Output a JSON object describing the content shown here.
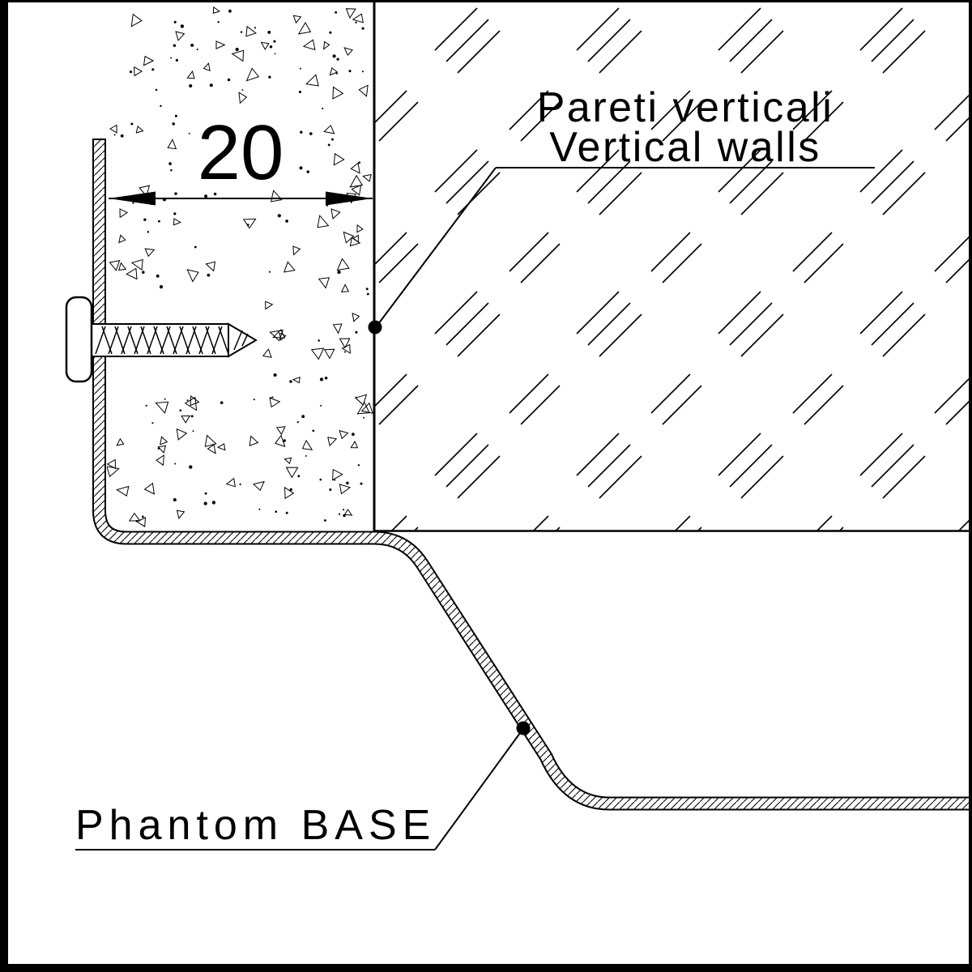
{
  "colors": {
    "ink": "#000000",
    "paper": "#ffffff"
  },
  "dimension": {
    "value": "20"
  },
  "callouts": {
    "vertical_walls": {
      "line1": "Pareti verticali",
      "line2": "Vertical walls"
    },
    "phantom_base": {
      "label": "Phantom BASE"
    }
  }
}
